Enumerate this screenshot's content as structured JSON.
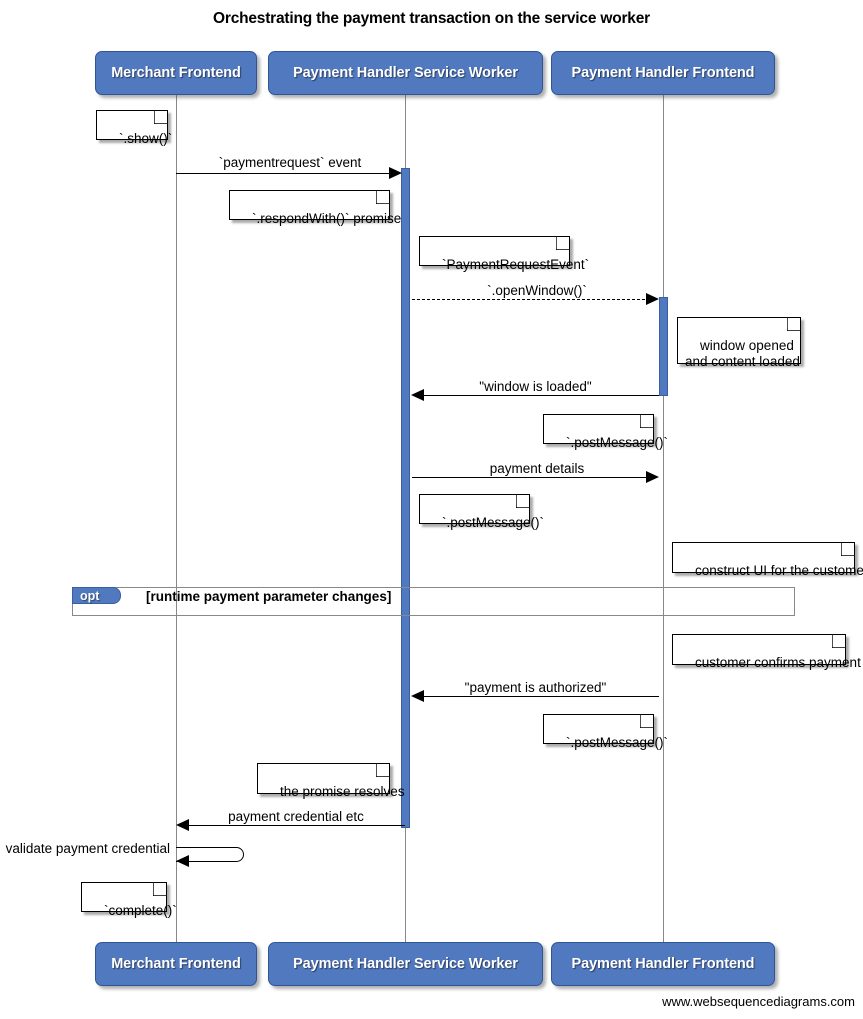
{
  "diagram": {
    "title": "Orchestrating the payment transaction on the service worker",
    "footer": "www.websequencediagrams.com",
    "type": "uml-sequence-diagram",
    "colors": {
      "participant_fill": "#5179c0",
      "participant_border": "#2f5596",
      "participant_text": "#ffffff",
      "activation_fill": "#5179c0",
      "lifeline": "#888888",
      "note_fill": "#ffffff",
      "note_border": "#000000",
      "arrow": "#000000",
      "fragment_border": "#888888",
      "background": "#ffffff"
    }
  },
  "participants": [
    {
      "id": "merchant",
      "label": "Merchant Frontend"
    },
    {
      "id": "sw",
      "label": "Payment Handler Service Worker"
    },
    {
      "id": "frontend",
      "label": "Payment Handler Frontend"
    }
  ],
  "messages": [
    {
      "id": "m1",
      "label": "`paymentrequest` event",
      "from": "merchant",
      "to": "sw",
      "style": "solid",
      "direction": "right"
    },
    {
      "id": "m2",
      "label": "`.openWindow()`",
      "from": "sw",
      "to": "frontend",
      "style": "dashed",
      "direction": "right"
    },
    {
      "id": "m3",
      "label": "\"window is loaded\"",
      "from": "frontend",
      "to": "sw",
      "style": "solid",
      "direction": "left"
    },
    {
      "id": "m4",
      "label": "payment details",
      "from": "sw",
      "to": "frontend",
      "style": "solid",
      "direction": "right"
    },
    {
      "id": "m5",
      "label": "\"payment is authorized\"",
      "from": "frontend",
      "to": "sw",
      "style": "solid",
      "direction": "left"
    },
    {
      "id": "m6",
      "label": "payment credential etc",
      "from": "sw",
      "to": "merchant",
      "style": "solid",
      "direction": "left"
    },
    {
      "id": "m7",
      "label": "validate payment credential",
      "from": "merchant",
      "to": "merchant",
      "style": "self",
      "direction": "left"
    }
  ],
  "notes": [
    {
      "id": "n1",
      "text": "`.show()`"
    },
    {
      "id": "n2",
      "text": "`.respondWith()` promise"
    },
    {
      "id": "n3",
      "text": "`PaymentRequestEvent`"
    },
    {
      "id": "n4",
      "text": "window opened\nand content loaded"
    },
    {
      "id": "n5",
      "text": "`.postMessage()`"
    },
    {
      "id": "n6",
      "text": "`.postMessage()`"
    },
    {
      "id": "n7",
      "text": "construct UI for the customer"
    },
    {
      "id": "n8",
      "text": "customer confirms payment"
    },
    {
      "id": "n9",
      "text": "`.postMessage()`"
    },
    {
      "id": "n10",
      "text": "the promise resolves"
    },
    {
      "id": "n11",
      "text": "`complete()`"
    }
  ],
  "fragments": [
    {
      "id": "opt1",
      "kind": "opt",
      "condition": "[runtime payment parameter changes]"
    }
  ]
}
